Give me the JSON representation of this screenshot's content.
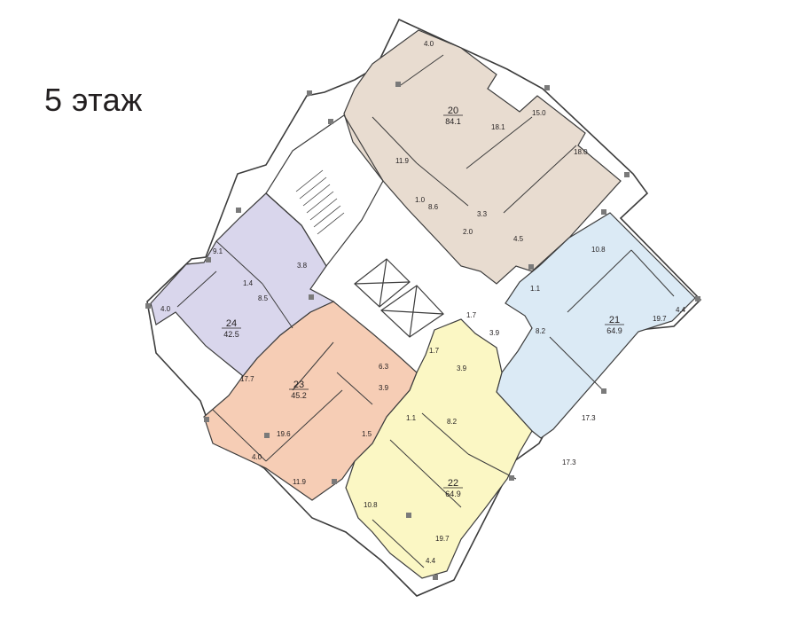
{
  "floor_title": "5 этаж",
  "colors": {
    "apt20": "#e8dcd0",
    "apt21": "#dbeaf5",
    "apt22": "#fbf7c4",
    "apt23": "#f6cdb5",
    "apt24": "#d9d6ec",
    "wall": "#3c3c3c",
    "column": "#7a7a7a"
  },
  "apartments": [
    {
      "id": "apt-20",
      "number": "20",
      "total": "84.1"
    },
    {
      "id": "apt-21",
      "number": "21",
      "total": "64.9"
    },
    {
      "id": "apt-22",
      "number": "22",
      "total": "64.9"
    },
    {
      "id": "apt-23",
      "number": "23",
      "total": "45.2"
    },
    {
      "id": "apt-24",
      "number": "24",
      "total": "42.5"
    }
  ],
  "room_areas": {
    "a20_balcony": "4.0",
    "a20_living": "18.1",
    "a20_bed1": "15.0",
    "a20_bed2": "18.0",
    "a20_kitchen": "11.9",
    "a20_wc": "1.0",
    "a20_hall": "8.6",
    "a20_corr": "3.3",
    "a20_bath": "2.0",
    "a20_bath2": "4.5",
    "a21_kitchen": "10.8",
    "a21_living": "19.7",
    "a21_loggia": "4.4",
    "a21_wc": "1.1",
    "a21_hall": "8.2",
    "a21_bath": "3.9",
    "a21_bed": "17.3",
    "a21_wc2": "1.7",
    "a22_wc": "1.7",
    "a22_bath": "3.9",
    "a22_hall": "8.2",
    "a22_bed": "17.3",
    "a22_wc2": "1.1",
    "a22_kitchen": "10.8",
    "a22_living": "19.7",
    "a22_loggia": "4.4",
    "a23_wc": "6.3",
    "a23_bath": "3.9",
    "a23_hall": "1.5",
    "a23_living": "19.6",
    "a23_kitchen": "11.9",
    "a23_loggia": "4.0",
    "a23_room": "17.7",
    "a24_kitchen": "9.1",
    "a24_wc": "1.4",
    "a24_hall": "8.5",
    "a24_bath": "3.8",
    "a24_balcony": "4.0"
  }
}
